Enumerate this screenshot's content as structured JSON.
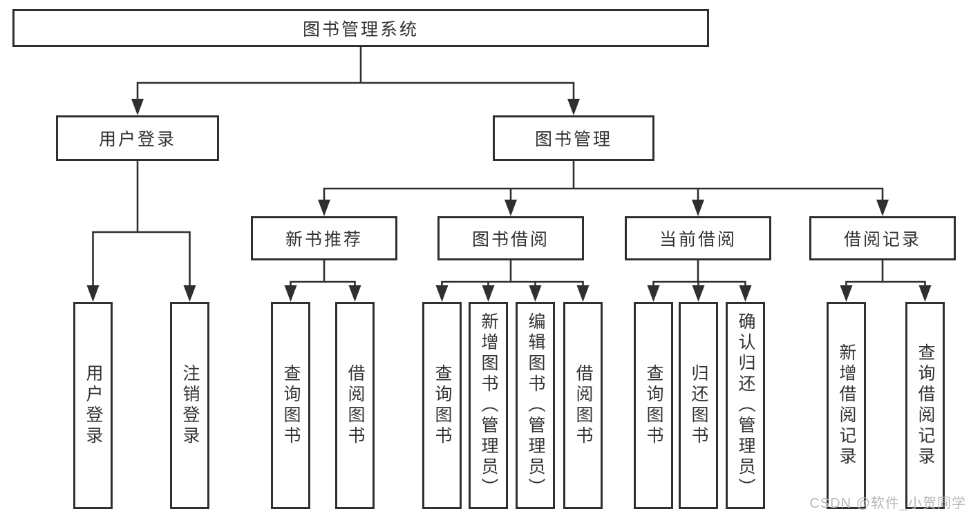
{
  "colors": {
    "line": "#2f2f2f",
    "text": "#333333",
    "watermark": "#b8b8b8",
    "background": "#ffffff"
  },
  "root": {
    "label": "图书管理系统"
  },
  "branches": {
    "user_login": {
      "label": "用户登录",
      "children": [
        {
          "label": "用户登录"
        },
        {
          "label": "注销登录"
        }
      ]
    },
    "book_management": {
      "label": "图书管理",
      "children": [
        {
          "label": "新书推荐",
          "children": [
            {
              "label": "查询图书"
            },
            {
              "label": "借阅图书"
            }
          ]
        },
        {
          "label": "图书借阅",
          "children": [
            {
              "label": "查询图书"
            },
            {
              "label": "新增图书（管理员）"
            },
            {
              "label": "编辑图书（管理员）"
            },
            {
              "label": "借阅图书"
            }
          ]
        },
        {
          "label": "当前借阅",
          "children": [
            {
              "label": "查询图书"
            },
            {
              "label": "归还图书"
            },
            {
              "label": "确认归还（管理员）"
            }
          ]
        },
        {
          "label": "借阅记录",
          "children": [
            {
              "label": "新增借阅记录"
            },
            {
              "label": "查询借阅记录"
            }
          ]
        }
      ]
    }
  },
  "watermark": {
    "text": "CSDN @软件_小贺同学"
  }
}
